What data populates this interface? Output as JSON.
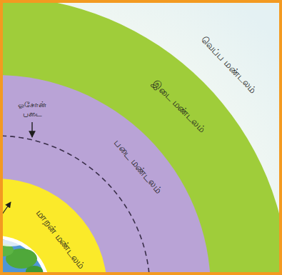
{
  "diagram": {
    "nodes": [
      {
        "text": [
          "வெப்ப மண்டலம்"
        ]
      },
      {
        "text": [
          "இடை மண்டலம்"
        ]
      },
      {
        "text": [
          "படை மண்டலம்"
        ]
      },
      {
        "text": [
          "மாறன் மண்டலம்"
        ]
      }
    ],
    "labels": [
      "ஓசோன் படை"
    ]
  }
}
